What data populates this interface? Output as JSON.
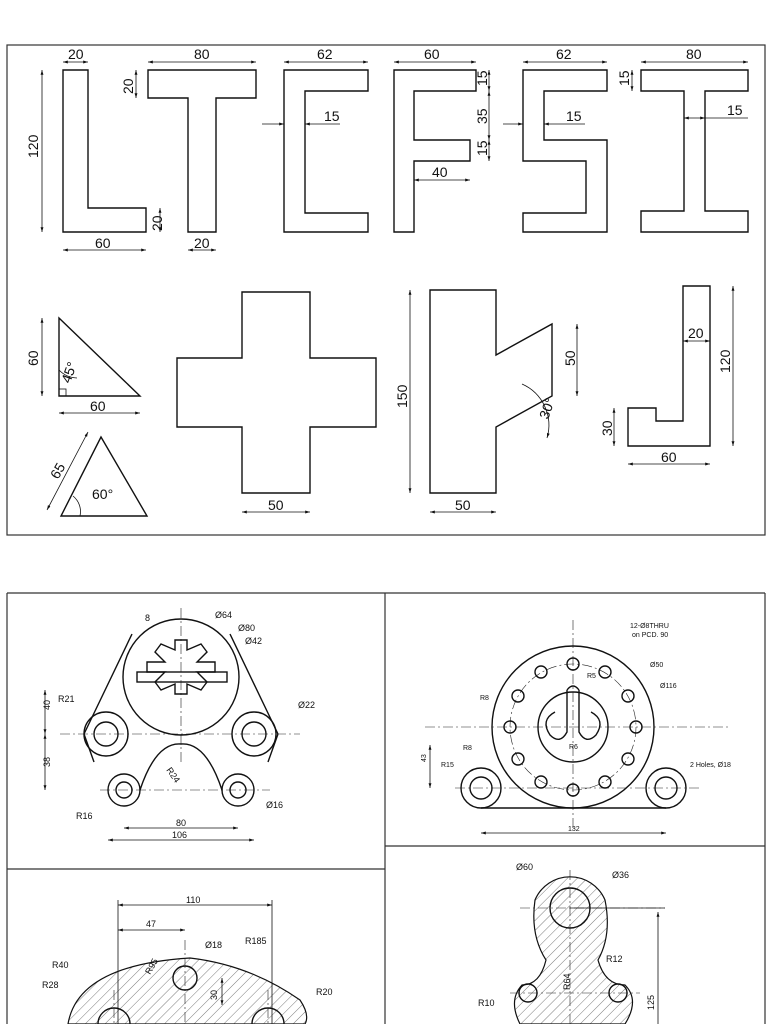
{
  "top_panel": {
    "L": {
      "d1": "20",
      "d2": "120",
      "d3": "20",
      "d4": "60"
    },
    "T": {
      "d1": "80",
      "d2": "20",
      "d3": "20"
    },
    "E": {
      "d1": "62",
      "d2": "15"
    },
    "F": {
      "d1": "60",
      "d2": "15",
      "d3": "35",
      "d4": "15",
      "d5": "40"
    },
    "S": {
      "d1": "62",
      "d2": "15"
    },
    "I": {
      "d1": "80",
      "d2": "15",
      "d3": "15"
    },
    "triangle_right": {
      "d1": "60",
      "d2": "45°",
      "d3": "60"
    },
    "triangle_eq": {
      "d1": "65",
      "d2": "60°"
    },
    "cross": {
      "d1": "50"
    },
    "K": {
      "d1": "150",
      "d2": "50",
      "d3": "30°",
      "d4": "50"
    },
    "J": {
      "d1": "20",
      "d2": "120",
      "d3": "30",
      "d4": "60"
    }
  },
  "panel_a": {
    "phi64": "Ø64",
    "phi80": "Ø80",
    "phi42": "Ø42",
    "d8": "8",
    "r21": "R21",
    "phi22": "Ø22",
    "d40": "40",
    "d38": "38",
    "r24": "R24",
    "r16": "R16",
    "phi16": "Ø16",
    "d80": "80",
    "d106": "106"
  },
  "panel_b": {
    "holes1": "12-Ø8THRU",
    "holes2": "on PCD. 90",
    "phi50": "Ø50",
    "r5": "R5",
    "phi116": "Ø116",
    "r8a": "R8",
    "r8b": "R8",
    "r6": "R6",
    "d43": "43",
    "r15": "R15",
    "holes18": "2 Holes, Ø18",
    "d132": "132"
  },
  "panel_c": {
    "d110": "110",
    "d47": "47",
    "phi18": "Ø18",
    "r185": "R185",
    "r40": "R40",
    "r95": "R95",
    "r28": "R28",
    "d30": "30",
    "r20": "R20"
  },
  "panel_d": {
    "phi60": "Ø60",
    "phi36": "Ø36",
    "r12": "R12",
    "r64": "R64",
    "d125": "125",
    "r10": "R10"
  }
}
